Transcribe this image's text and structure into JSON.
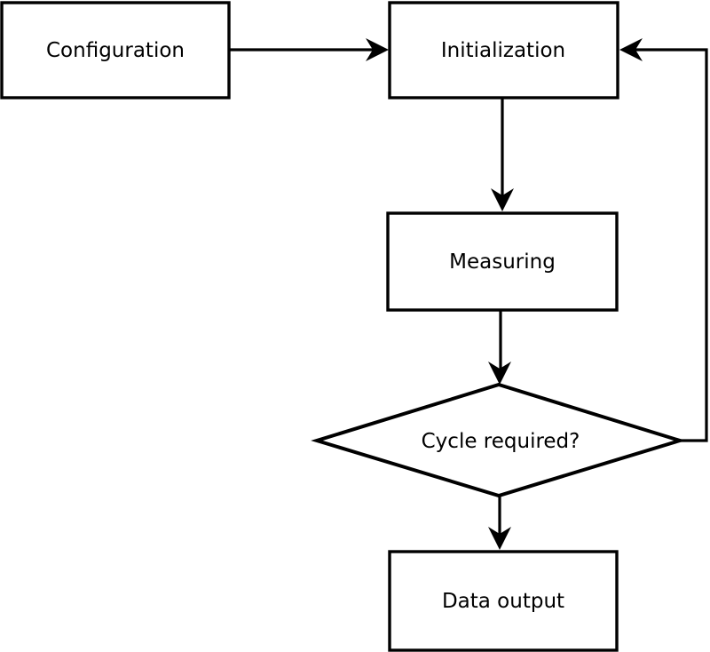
{
  "diagram": {
    "type": "flowchart",
    "background_color": "#ffffff",
    "stroke_color": "#000000",
    "node_fill_color": "#ffffff",
    "text_color": "#000000",
    "nodes": {
      "configuration": {
        "label": "Configuration",
        "shape": "rectangle"
      },
      "initialization": {
        "label": "Initialization",
        "shape": "rectangle"
      },
      "measuring": {
        "label": "Measuring",
        "shape": "rectangle"
      },
      "cycle_required": {
        "label": "Cycle required?",
        "shape": "diamond"
      },
      "data_output": {
        "label": "Data output",
        "shape": "rectangle"
      }
    },
    "edges": [
      {
        "from": "configuration",
        "to": "initialization",
        "route": "right"
      },
      {
        "from": "initialization",
        "to": "measuring",
        "route": "down"
      },
      {
        "from": "measuring",
        "to": "cycle_required",
        "route": "down"
      },
      {
        "from": "cycle_required",
        "to": "data_output",
        "route": "down"
      },
      {
        "from": "cycle_required",
        "to": "initialization",
        "route": "right-up-left feedback loop"
      }
    ]
  }
}
